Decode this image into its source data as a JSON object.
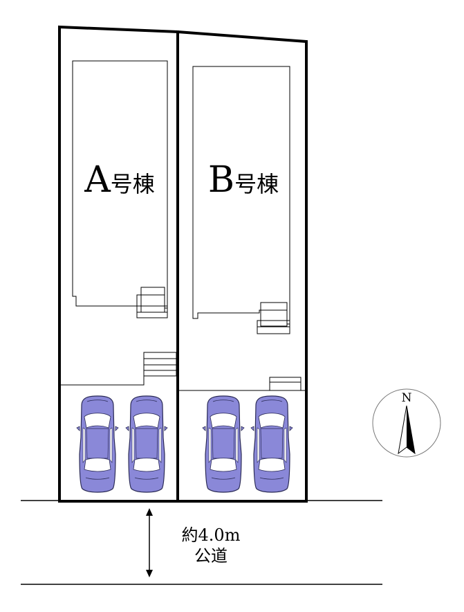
{
  "lots": [
    {
      "label_letter": "A",
      "label_suffix": "号棟"
    },
    {
      "label_letter": "B",
      "label_suffix": "号棟"
    }
  ],
  "road": {
    "width_label": "約4.0m",
    "type_label": "公道"
  },
  "compass": {
    "label": "N"
  },
  "colors": {
    "car_body": "#8a88d8",
    "car_outline": "#2a2a55",
    "car_glass": "#ffffff"
  }
}
